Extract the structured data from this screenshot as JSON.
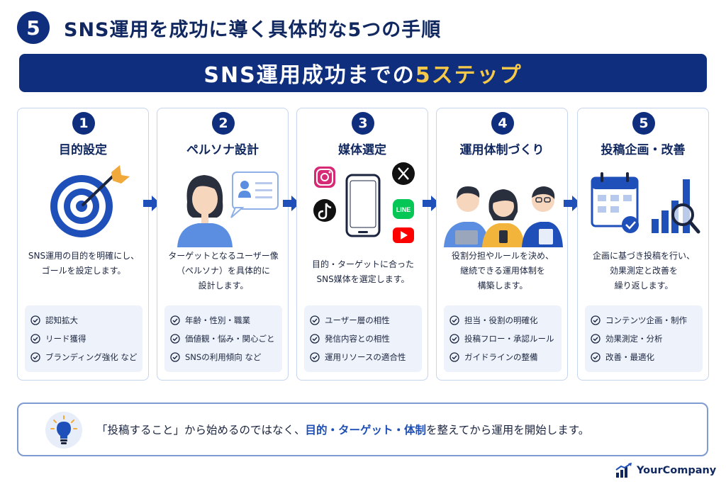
{
  "header": {
    "number": "5",
    "title": "SNS運用を成功に導く具体的な5つの手順"
  },
  "banner": {
    "text": "SNS運用成功までの",
    "accent": "5ステップ"
  },
  "steps": [
    {
      "number": "1",
      "title": "目的設定",
      "description": [
        "SNS運用の目的を明確にし、",
        "ゴールを設定します。"
      ],
      "checks": [
        "認知拡大",
        "リード獲得",
        "ブランディング強化 など"
      ]
    },
    {
      "number": "2",
      "title": "ペルソナ設計",
      "description": [
        "ターゲットとなるユーザー像",
        "（ペルソナ）を具体的に",
        "設計します。"
      ],
      "checks": [
        "年齢・性別・職業",
        "価値観・悩み・関心ごと",
        "SNSの利用傾向 など"
      ]
    },
    {
      "number": "3",
      "title": "媒体選定",
      "description": [
        "目的・ターゲットに合った",
        "SNS媒体を選定します。"
      ],
      "checks": [
        "ユーザー層の相性",
        "発信内容との相性",
        "運用リソースの適合性"
      ],
      "icons": {
        "line": "LINE"
      }
    },
    {
      "number": "4",
      "title": "運用体制づくり",
      "description": [
        "役割分担やルールを決め、",
        "継続できる運用体制を",
        "構築します。"
      ],
      "checks": [
        "担当・役割の明確化",
        "投稿フロー・承認ルール",
        "ガイドラインの整備"
      ]
    },
    {
      "number": "5",
      "title": "投稿企画・改善",
      "description": [
        "企画に基づき投稿を行い、",
        "効果測定と改善を",
        "繰り返します。"
      ],
      "checks": [
        "コンテンツ企画・制作",
        "効果測定・分析",
        "改善・最適化"
      ]
    }
  ],
  "note": {
    "part1": "「投稿すること」から始めるのではなく、",
    "highlight": "目的・ターゲット・体制",
    "part2": "を整えてから運用を開始します。"
  },
  "logo": {
    "text": "YourCompany"
  },
  "colors": {
    "navy": "#0f2f7e",
    "accent": "#f7c948",
    "arrow": "#1f4fb8",
    "highlight": "#1e4fb5",
    "check_bg": "#eef3fb"
  }
}
